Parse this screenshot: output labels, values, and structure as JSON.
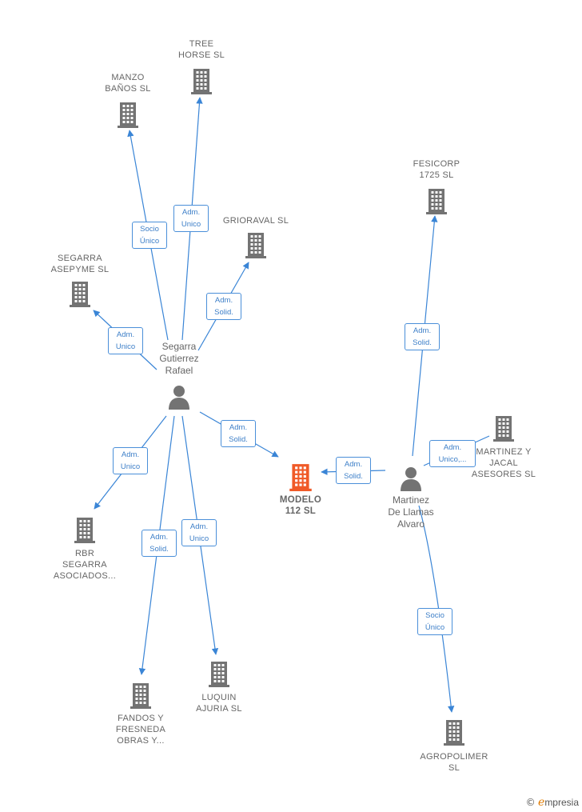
{
  "colors": {
    "edge": "#3a85d6",
    "icon": "#737373",
    "highlight": "#f05a28"
  },
  "companies": {
    "manzo": "MANZO\nBAÑOS  SL",
    "tree": "TREE\nHORSE  SL",
    "grioraval": "GRIORAVAL SL",
    "segarra_asepyme": "SEGARRA\nASEPYME  SL",
    "fesicorp": "FESICORP\n1725  SL",
    "martinez_jacal": "MARTINEZ Y\nJACAL\nASESORES  SL",
    "modelo": "MODELO\n112  SL",
    "rbr": "RBR\nSEGARRA\nASOCIADOS...",
    "fandos": "FANDOS Y\nFRESNEDA\nOBRAS Y...",
    "luquin": "LUQUIN\nAJURIA  SL",
    "agropolimer": "AGROPOLIMER\nSL"
  },
  "persons": {
    "segarra": "Segarra\nGutierrez\nRafael",
    "martinez": "Martinez\nDe Llamas\nAlvaro"
  },
  "edges": {
    "e1": "Socio\nÚnico",
    "e2": "Adm.\nUnico",
    "e3": "Adm.\nSolid.",
    "e4": "Adm.\nUnico",
    "e5": "Adm.\nSolid.",
    "e6": "Adm.\nUnico",
    "e7": "Adm.\nSolid.",
    "e8": "Adm.\nUnico",
    "e9": "Adm.\nSolid.",
    "e10": "Adm.\nSolid.",
    "e11": "Adm.\nUnico,...",
    "e12": "Socio\nÚnico"
  },
  "brand": {
    "copyright": "©",
    "name": "mpresia",
    "initial": "e"
  }
}
